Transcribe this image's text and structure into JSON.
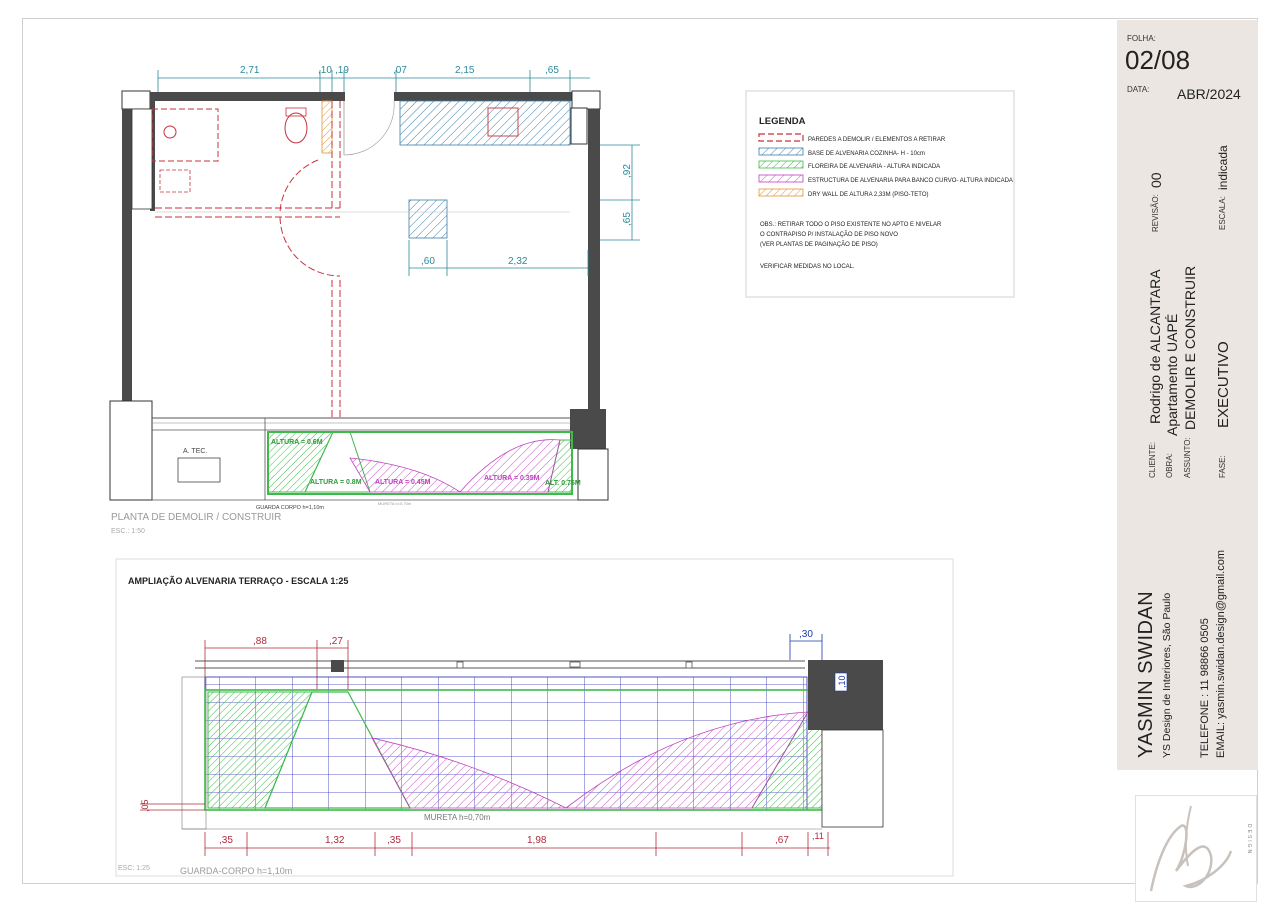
{
  "sheet": {
    "folha_label": "FOLHA:",
    "folha_value": "02/08",
    "data_label": "DATA:",
    "data_value": "ABR/2024",
    "revisao_label": "REVISÃO:",
    "revisao_value": "00",
    "escala_label": "ESCALA:",
    "escala_value": "indicada",
    "cliente_label": "CLIENTE:",
    "cliente_value": "Rodrigo de ALCANTARA",
    "obra_label": "OBRA:",
    "obra_value": "Apartamento UAPÉ",
    "assunto_label": "ASSUNTO:",
    "assunto_value": "DEMOLIR E CONSTRUIR",
    "fase_label": "FASE:",
    "fase_value": "EXECUTIVO",
    "designer_name": "YASMIN SWIDAN",
    "designer_sub": "YS Design de Interiores, São Paulo",
    "telefone": "TELEFONE : 11 98866 0505",
    "email": "EMAIL: yasmin.swidan.design@gmail.com",
    "logo_text": "DESIGN"
  },
  "plan": {
    "title": "PLANTA DE DEMOLIR / CONSTRUIR",
    "scale": "ESC.: 1:50",
    "guarda_note": "GUARDA CORPO h=1,10m",
    "mureta_note": "MURETA h=0,70m",
    "area_tec": "A. TEC.",
    "dims": {
      "d271": "2,71",
      "d10": ",10",
      "d19": ",19",
      "d07": ",07",
      "d215": "2,15",
      "d65top": ",65",
      "d92": ",92",
      "d65v": ",65",
      "d60": ",60",
      "d232": "2,32"
    },
    "heights": {
      "h06": "ALTURA = 0.6M",
      "h08": "ALTURA = 0.8M",
      "h045": "ALTURA = 0.45M",
      "h035": "ALTURA = 0.35M",
      "alt075": "ALT. 0.75M"
    }
  },
  "legend": {
    "title": "LEGENDA",
    "items": [
      {
        "label": "PAREDES A DEMOLIR / ELEMENTOS A RETIRAR",
        "color": "#c8323c"
      },
      {
        "label": "BASE DE ALVENARIA  COZINHA- H - 10cm",
        "color": "#3a7fa8"
      },
      {
        "label": "FLOREIRA DE ALVENARIA  - ALTURA INDICADA",
        "color": "#3dbb4a"
      },
      {
        "label": "ESTRUCTURA DE ALVENARIA PARA BANCO CURVO- ALTURA INDICADA",
        "color": "#c040c0"
      },
      {
        "label": "DRY WALL DE ALTURA 2,33M (PISO-TETO)",
        "color": "#e0963a"
      }
    ],
    "obs1": "OBS.: RETIRAR TODO O PISO EXISTENTE NO APTO E NIVELAR",
    "obs2": "O CONTRAPISO P/ INSTALAÇÃO DE PISO NOVO",
    "obs3": "(VER PLANTAS DE PAGINAÇÃO DE PISO)",
    "obs4": "VERIFICAR MEDIDAS NO LOCAL."
  },
  "detail": {
    "title": "AMPLIAÇÃO ALVENARIA TERRAÇO - ESCALA 1:25",
    "scale": "ESC: 1:25",
    "guarda_note": "GUARDA-CORPO h=1,10m",
    "mureta_note": "MURETA h=0,70m",
    "dims": {
      "d88": ",88",
      "d27": ",27",
      "d30": ",30",
      "d10": ",10",
      "d05": ",05",
      "d35a": ",35",
      "d132": "1,32",
      "d35b": ",35",
      "d198": "1,98",
      "d67": ",67",
      "d11": ",11"
    }
  },
  "colors": {
    "wall": "#4a4a4a",
    "dim": "#2b8a9a",
    "demolish": "#c8323c",
    "base": "#3a7fa8",
    "green": "#3dbb4a",
    "magenta": "#c040c0",
    "drywall": "#e0963a",
    "grid": "#2a2ab8",
    "dimred": "#b02a3a",
    "dimblue": "#1a3aa8"
  }
}
